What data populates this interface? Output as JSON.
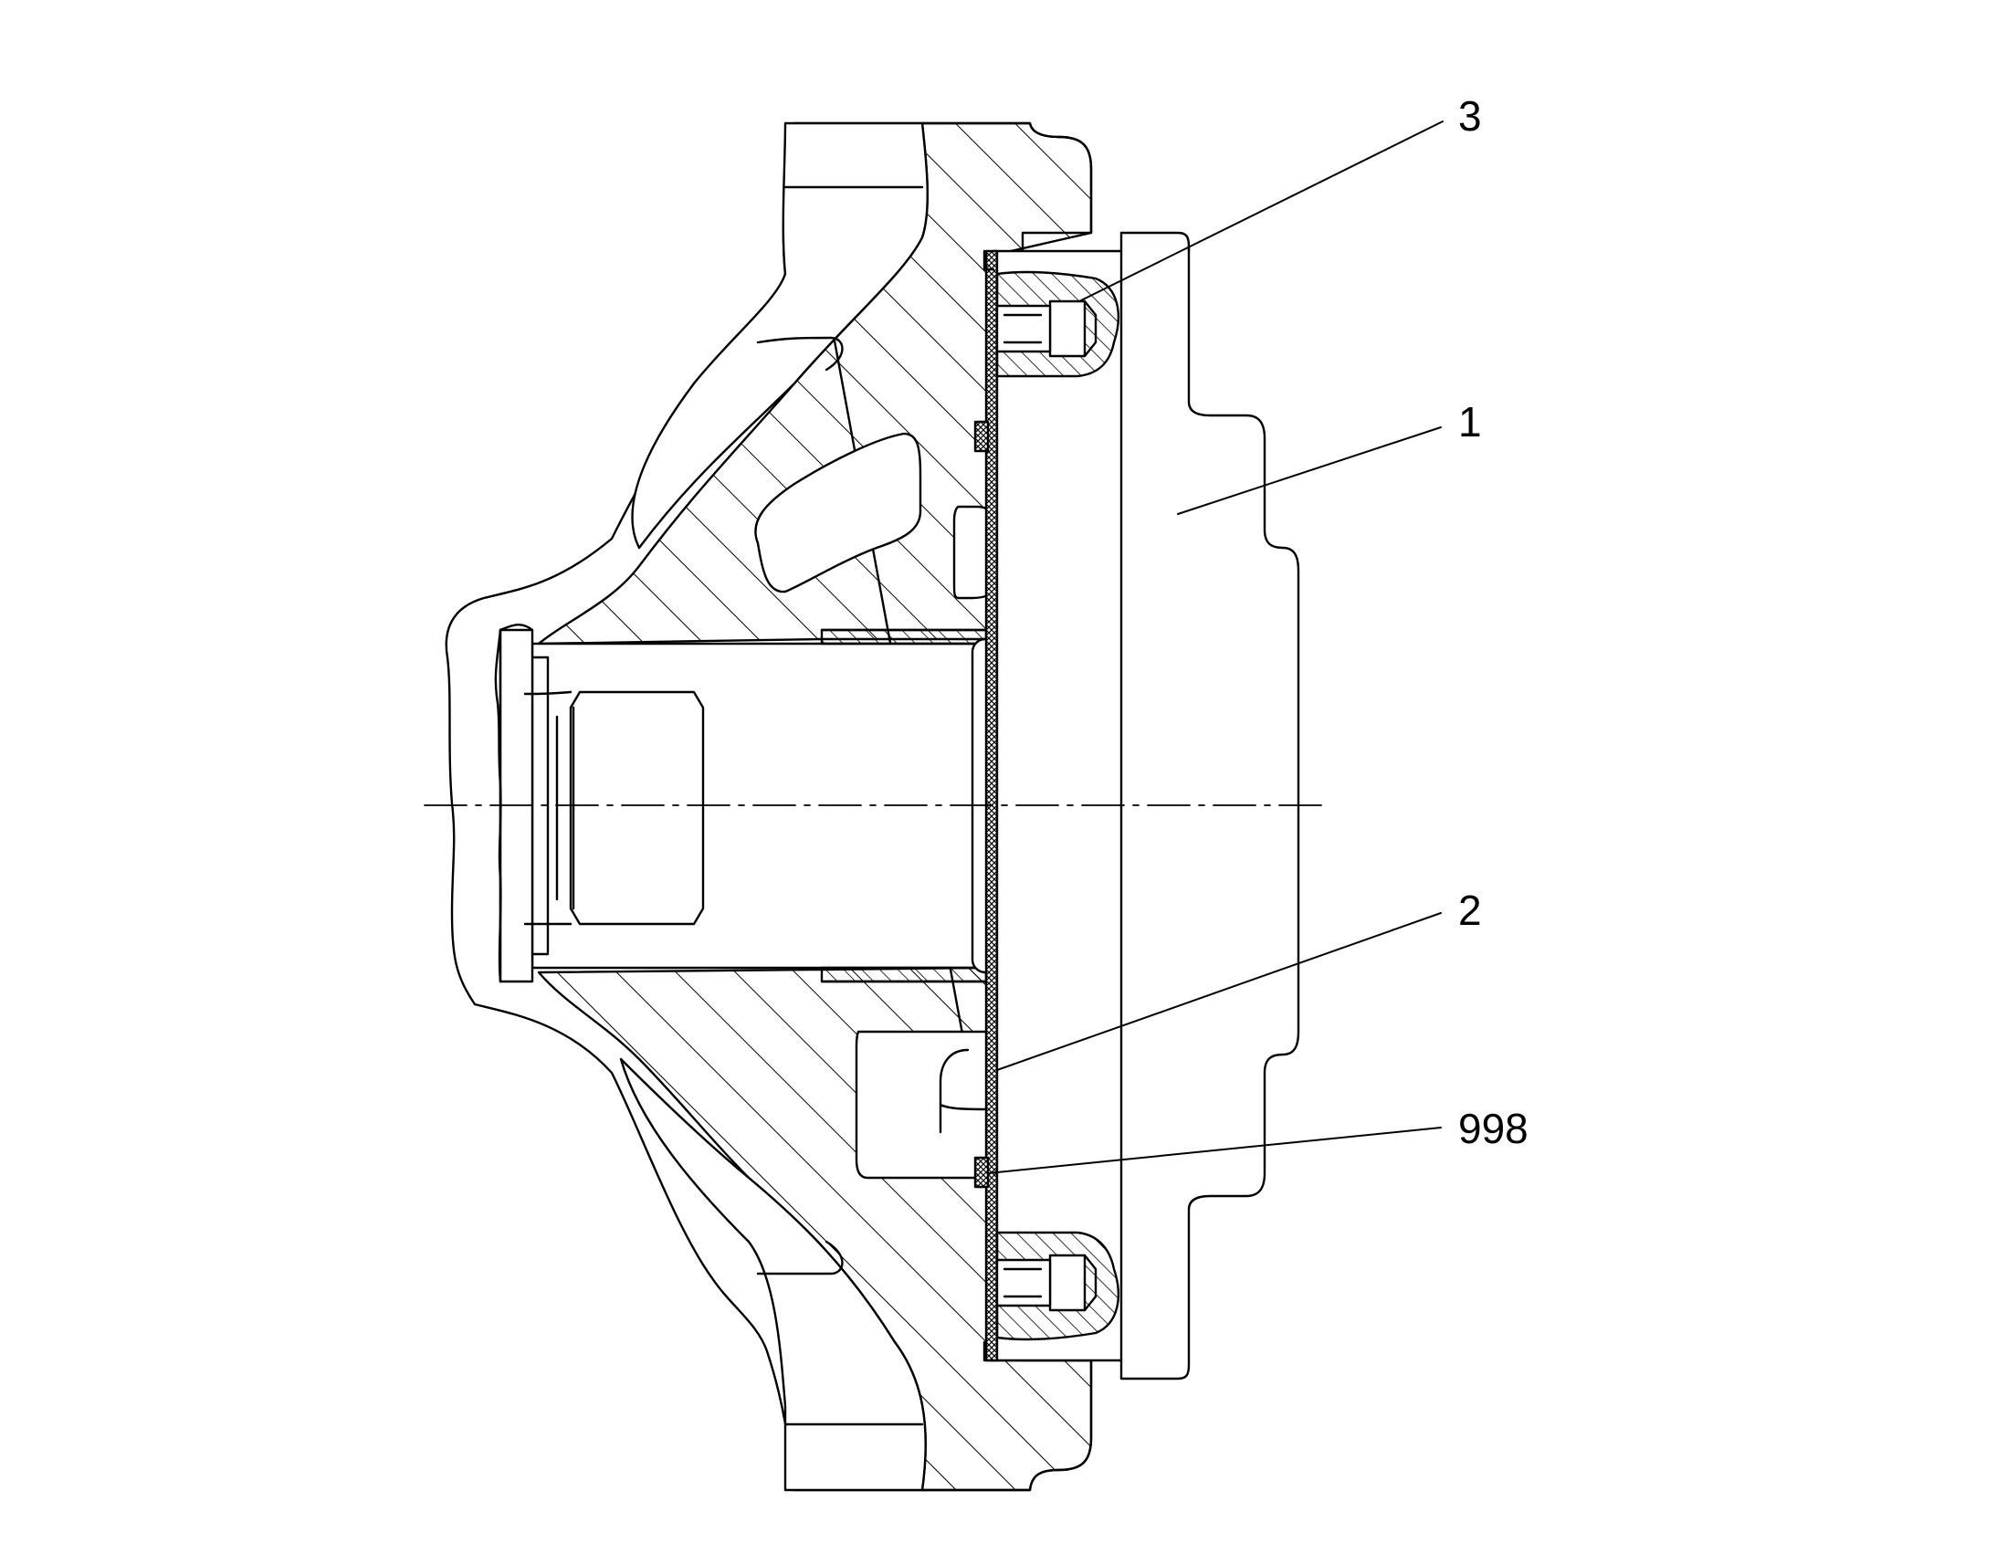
{
  "drawing": {
    "line_color": "#000000",
    "background": "#ffffff",
    "callouts": [
      {
        "id": "c3",
        "label": "3"
      },
      {
        "id": "c1",
        "label": "1"
      },
      {
        "id": "c2",
        "label": "2"
      },
      {
        "id": "c998",
        "label": "998"
      }
    ]
  }
}
